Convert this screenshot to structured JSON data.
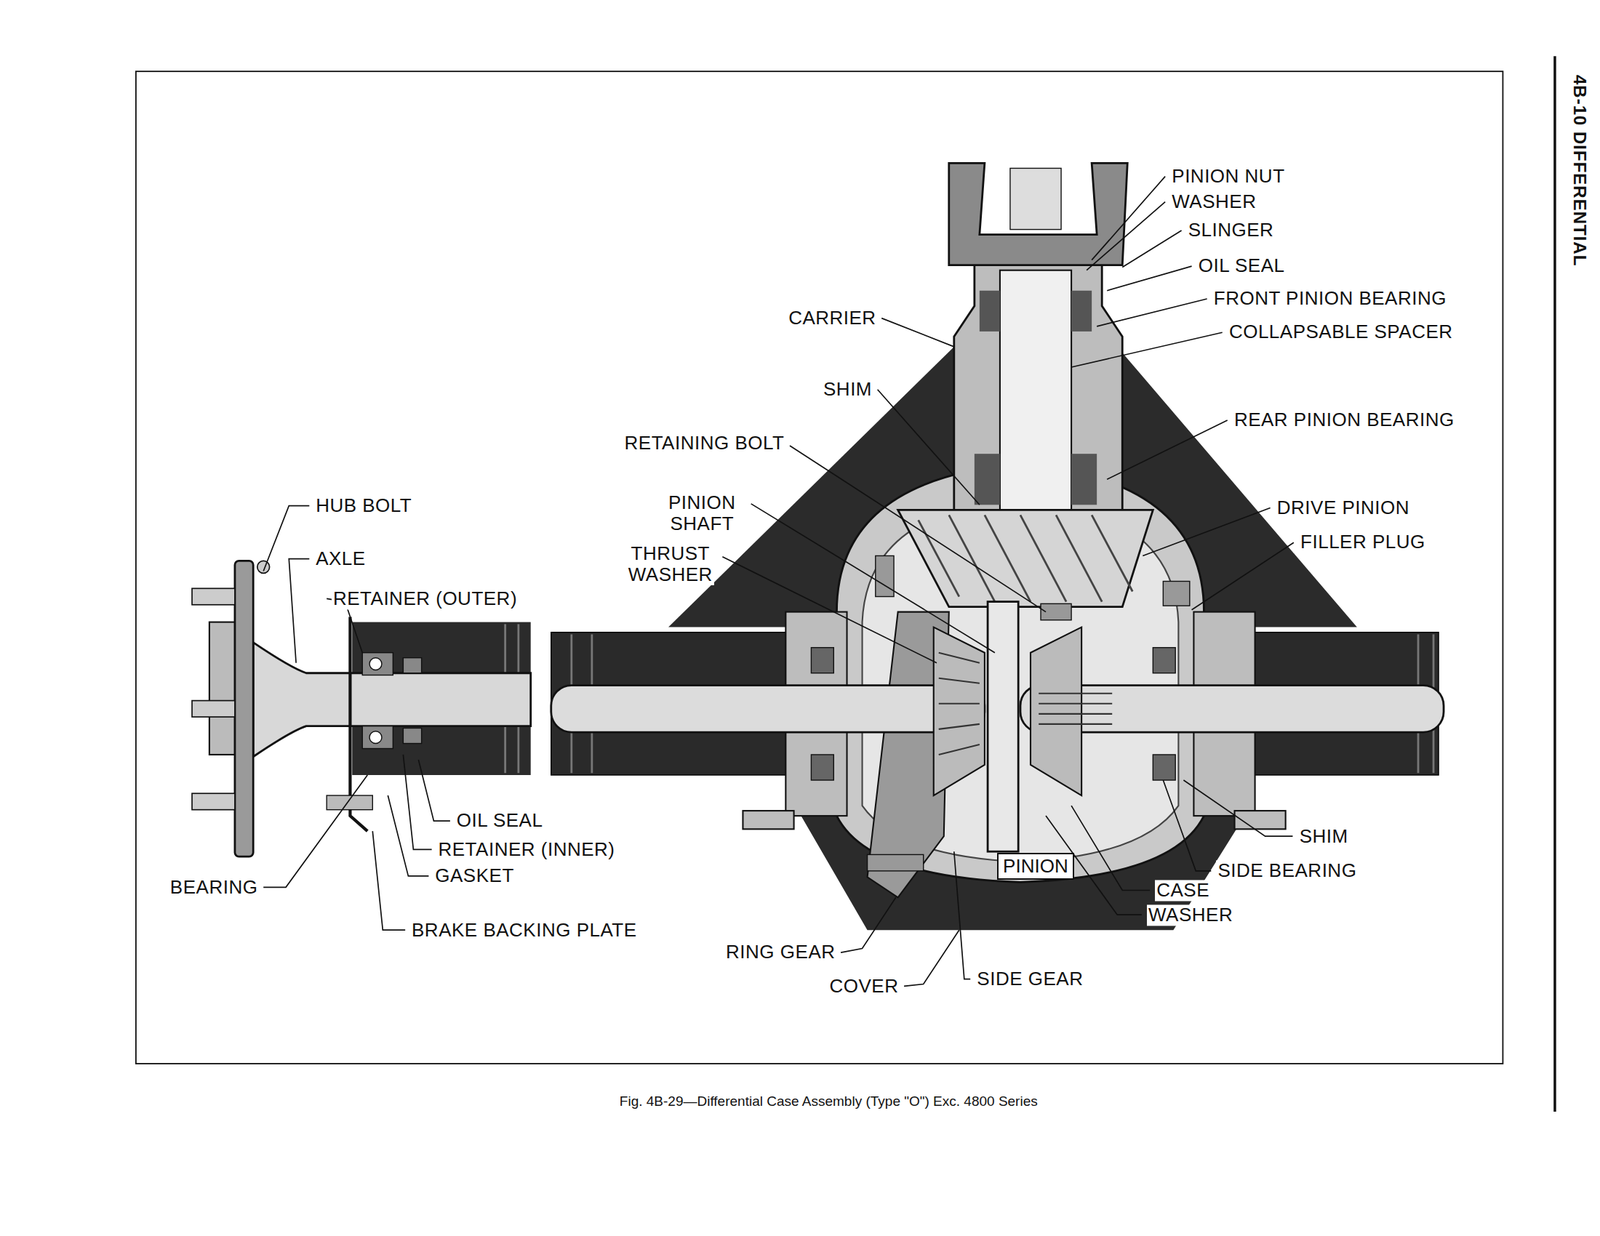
{
  "diagram": {
    "caption": "Fig. 4B-29—Differential Case Assembly (Type \"O\") Exc. 4800 Series",
    "nodes": [
      {
        "text": [
          "PINION"
        ]
      }
    ],
    "labels": [
      "PINION NUT",
      "WASHER",
      "SLINGER",
      "OIL SEAL",
      "FRONT PINION BEARING",
      "COLLAPSABLE SPACER",
      "CARRIER",
      "SHIM",
      "RETAINING BOLT",
      "REAR PINION BEARING",
      "PINION SHAFT",
      "THRUST WASHER",
      "DRIVE PINION",
      "FILLER PLUG",
      "HUB BOLT",
      "AXLE",
      "RETAINER (OUTER)",
      "OIL SEAL",
      "RETAINER (INNER)",
      "GASKET",
      "BEARING",
      "BRAKE BACKING PLATE",
      "SHIM",
      "SIDE BEARING",
      "CASE",
      "WASHER",
      "RING GEAR",
      "COVER",
      "SIDE GEAR",
      "4B-10 DIFFERENTIAL"
    ]
  }
}
